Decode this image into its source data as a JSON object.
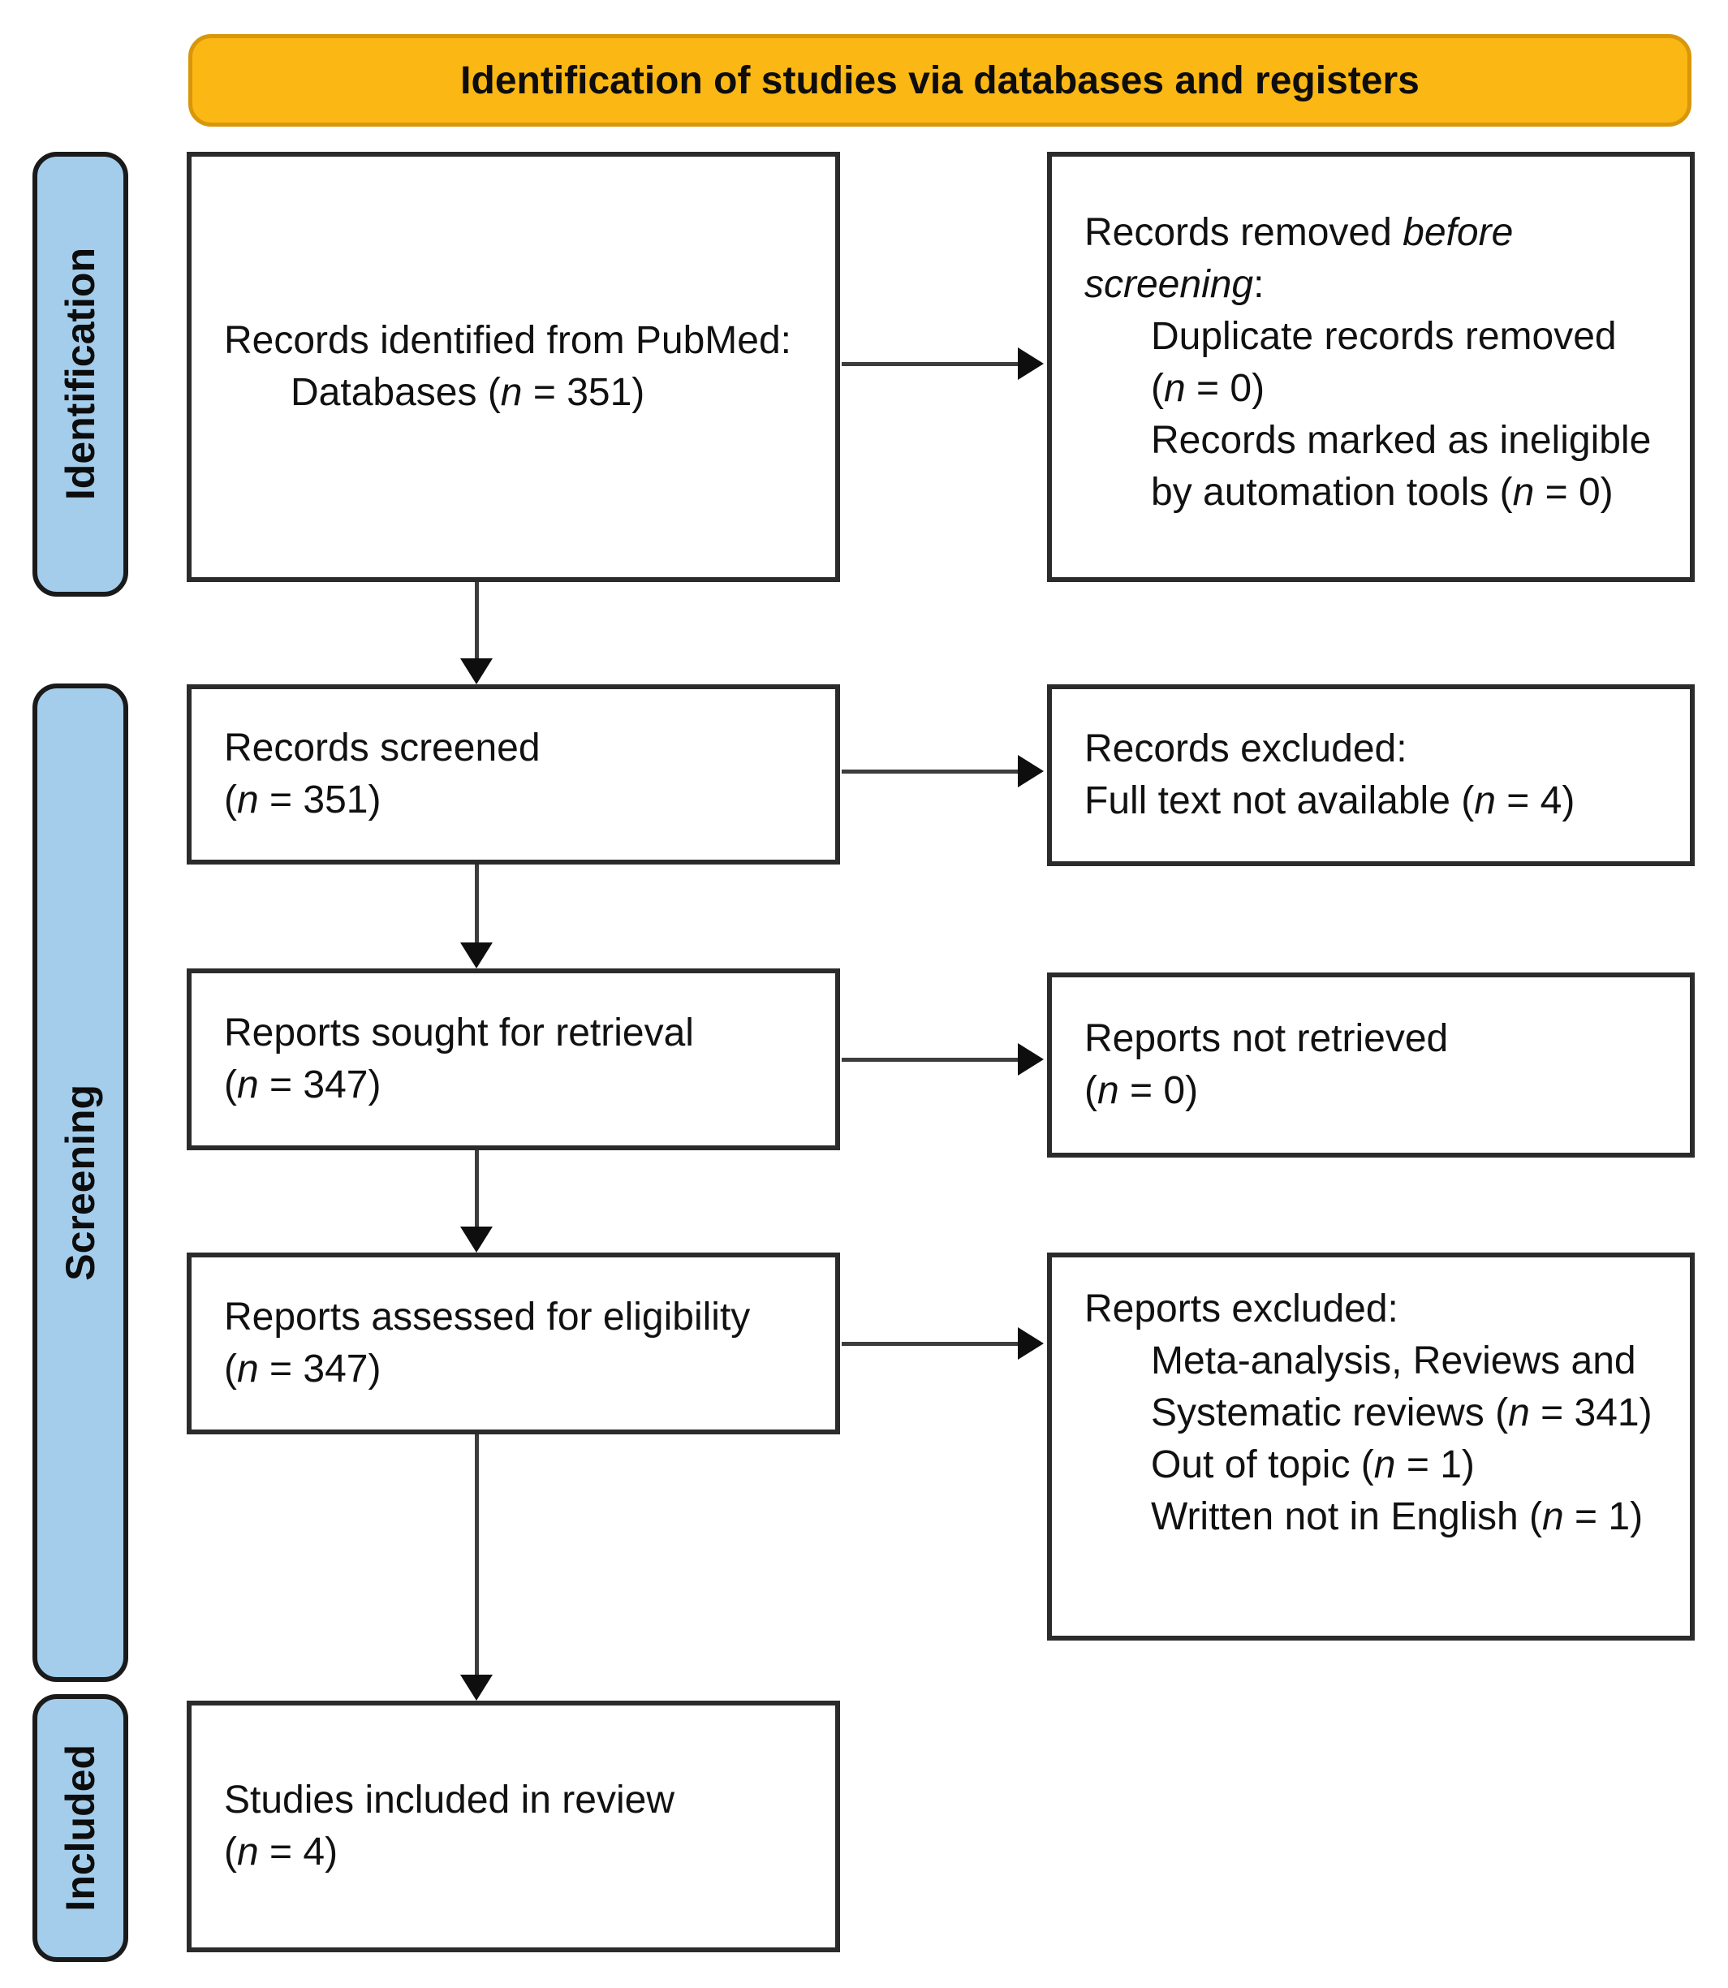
{
  "banner": {
    "title": "Identification of studies via databases and registers"
  },
  "sidebar": {
    "identification": "Identification",
    "screening": "Screening",
    "included": "Included"
  },
  "colors": {
    "banner_bg": "#FBB713",
    "banner_border": "#D8960A",
    "stage_bg": "#A4CDEB",
    "stage_border": "#1A1A1A",
    "box_border": "#2B2B2B",
    "arrow": "#3D3D3D",
    "text": "#111111"
  },
  "boxes": {
    "identified": {
      "lines": [
        {
          "segments": [
            {
              "t": "Records identified from PubMed:"
            }
          ]
        },
        {
          "indent": true,
          "segments": [
            {
              "t": "Databases ("
            },
            {
              "t": "n",
              "i": true
            },
            {
              "t": " = 351)"
            }
          ]
        }
      ]
    },
    "removed_before": {
      "lines": [
        {
          "segments": [
            {
              "t": "Records removed "
            },
            {
              "t": "before",
              "i": true
            }
          ]
        },
        {
          "segments": [
            {
              "t": "screening",
              "i": true
            },
            {
              "t": ":"
            }
          ]
        },
        {
          "indent": true,
          "segments": [
            {
              "t": "Duplicate records removed"
            }
          ]
        },
        {
          "indent": true,
          "segments": [
            {
              "t": "("
            },
            {
              "t": "n",
              "i": true
            },
            {
              "t": " = 0)"
            }
          ]
        },
        {
          "indent": true,
          "segments": [
            {
              "t": "Records marked as ineligible"
            }
          ]
        },
        {
          "indent": true,
          "segments": [
            {
              "t": "by automation tools ("
            },
            {
              "t": "n",
              "i": true
            },
            {
              "t": " = 0)"
            }
          ]
        }
      ]
    },
    "screened": {
      "lines": [
        {
          "segments": [
            {
              "t": "Records screened"
            }
          ]
        },
        {
          "segments": [
            {
              "t": "("
            },
            {
              "t": "n",
              "i": true
            },
            {
              "t": " = 351)"
            }
          ]
        }
      ]
    },
    "records_excluded": {
      "lines": [
        {
          "segments": [
            {
              "t": "Records excluded:"
            }
          ]
        },
        {
          "segments": [
            {
              "t": "Full text not available ("
            },
            {
              "t": "n",
              "i": true
            },
            {
              "t": " = 4)"
            }
          ]
        }
      ]
    },
    "sought": {
      "lines": [
        {
          "segments": [
            {
              "t": "Reports sought for retrieval"
            }
          ]
        },
        {
          "segments": [
            {
              "t": "("
            },
            {
              "t": "n",
              "i": true
            },
            {
              "t": " = 347)"
            }
          ]
        }
      ]
    },
    "not_retrieved": {
      "lines": [
        {
          "segments": [
            {
              "t": "Reports not retrieved"
            }
          ]
        },
        {
          "segments": [
            {
              "t": "("
            },
            {
              "t": "n",
              "i": true
            },
            {
              "t": " = 0)"
            }
          ]
        }
      ]
    },
    "assessed": {
      "lines": [
        {
          "segments": [
            {
              "t": "Reports assessed for eligibility"
            }
          ]
        },
        {
          "segments": [
            {
              "t": "("
            },
            {
              "t": "n",
              "i": true
            },
            {
              "t": " = 347)"
            }
          ]
        }
      ]
    },
    "reports_excluded": {
      "lines": [
        {
          "segments": [
            {
              "t": "Reports excluded:"
            }
          ]
        },
        {
          "indent": true,
          "segments": [
            {
              "t": "Meta-analysis, Reviews and"
            }
          ]
        },
        {
          "indent": true,
          "segments": [
            {
              "t": "Systematic reviews ("
            },
            {
              "t": "n",
              "i": true
            },
            {
              "t": " = 341)"
            }
          ]
        },
        {
          "indent": true,
          "segments": [
            {
              "t": "Out of topic ("
            },
            {
              "t": "n",
              "i": true
            },
            {
              "t": " = 1)"
            }
          ]
        },
        {
          "indent": true,
          "segments": [
            {
              "t": "Written not in English ("
            },
            {
              "t": "n",
              "i": true
            },
            {
              "t": " = 1)"
            }
          ]
        }
      ]
    },
    "included_review": {
      "lines": [
        {
          "segments": [
            {
              "t": "Studies included in review"
            }
          ]
        },
        {
          "segments": [
            {
              "t": "("
            },
            {
              "t": "n",
              "i": true
            },
            {
              "t": " = 4)"
            }
          ]
        }
      ]
    }
  }
}
